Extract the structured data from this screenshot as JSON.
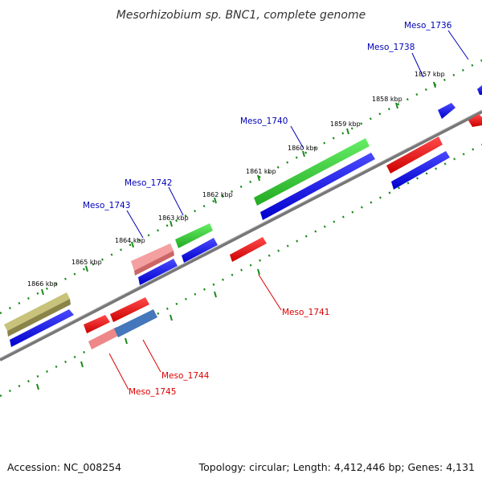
{
  "title": "Mesorhizobium sp. BNC1, complete genome",
  "accession_text": "Accession: NC_008254",
  "summary_text": "Topology: circular; Length: 4,412,446 bp; Genes: 4,131",
  "scale_labels": [
    "1857 kbp",
    "1858 kbp",
    "1859 kbp",
    "1860 kbp",
    "1861 kbp",
    "1862 kbp",
    "1863 kbp",
    "1864 kbp",
    "1865 kbp",
    "1866 kbp"
  ],
  "gene_labels": [
    "Meso_1736",
    "Meso_1738",
    "Meso_1740",
    "Meso_1742",
    "Meso_1743",
    "Meso_1741",
    "Meso_1744",
    "Meso_1745"
  ],
  "colors": {
    "backbone": "#777777",
    "ticks": "#1a8a1a",
    "forward_label": "#0000bb",
    "reverse_label": "#dd0000",
    "blue": "#1010ee",
    "red": "#ee1111",
    "green": "#33cc33",
    "olive": "#b0aa60",
    "pink": "#ee8888",
    "steelblue": "#4477bb"
  }
}
